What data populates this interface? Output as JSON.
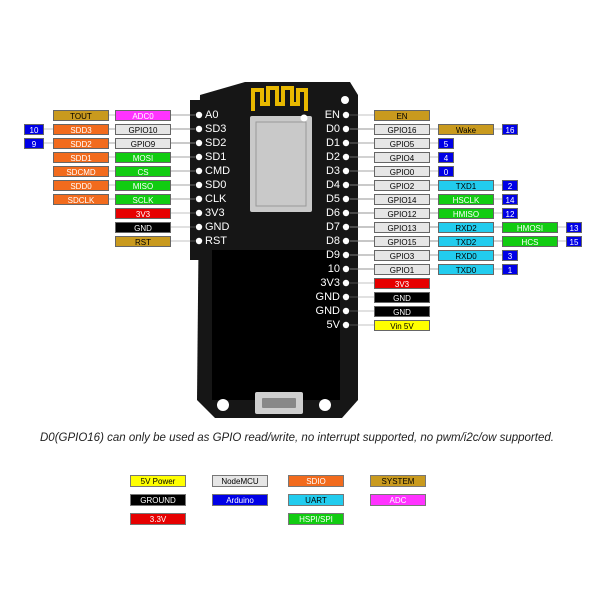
{
  "colors": {
    "board": "#161616",
    "screen": "#000000",
    "antenna": "#e8b800",
    "shield": "#c9c9c9",
    "hole": "#ffffff",
    "5v_power": "#ffff00",
    "nodemcu": "#e6e6e6",
    "sdio": "#f26b1d",
    "system": "#c99a1e",
    "ground": "#000000",
    "arduino": "#0000e6",
    "uart": "#22ccee",
    "adc": "#ff33ff",
    "3v3": "#e60000",
    "hspi_spi": "#11cc11",
    "gpio_number": "#1037cc"
  },
  "legend": [
    {
      "label": "5V Power",
      "category": "5v_power"
    },
    {
      "label": "NodeMCU",
      "category": "nodemcu"
    },
    {
      "label": "SDIO",
      "category": "sdio"
    },
    {
      "label": "SYSTEM",
      "category": "system"
    },
    {
      "label": "GROUND",
      "category": "ground"
    },
    {
      "label": "Arduino",
      "category": "arduino"
    },
    {
      "label": "UART",
      "category": "uart"
    },
    {
      "label": "ADC",
      "category": "adc"
    },
    {
      "label": "3.3V",
      "category": "3v3"
    },
    {
      "label": "HSPI/SPI",
      "category": "hspi_spi"
    }
  ],
  "note": "D0(GPIO16) can only be used as GPIO read/write, no interrupt supported, no pwm/i2c/ow supported.",
  "left_pins": [
    {
      "name": "A0",
      "labels": [
        {
          "text": "TOUT",
          "category": "system"
        },
        {
          "text": "ADC0",
          "category": "adc"
        }
      ]
    },
    {
      "name": "SD3",
      "labels": [
        {
          "text": "10",
          "category": "arduino"
        },
        {
          "text": "SDD3",
          "category": "sdio"
        },
        {
          "text": "GPIO10",
          "category": "nodemcu"
        }
      ]
    },
    {
      "name": "SD2",
      "labels": [
        {
          "text": "9",
          "category": "arduino"
        },
        {
          "text": "SDD2",
          "category": "sdio"
        },
        {
          "text": "GPIO9",
          "category": "nodemcu"
        }
      ]
    },
    {
      "name": "SD1",
      "labels": [
        {
          "text": "SDD1",
          "category": "sdio"
        },
        {
          "text": "MOSI",
          "category": "hspi_spi"
        }
      ]
    },
    {
      "name": "CMD",
      "labels": [
        {
          "text": "SDCMD",
          "category": "sdio"
        },
        {
          "text": "CS",
          "category": "hspi_spi"
        }
      ]
    },
    {
      "name": "SD0",
      "labels": [
        {
          "text": "SDD0",
          "category": "sdio"
        },
        {
          "text": "MISO",
          "category": "hspi_spi"
        }
      ]
    },
    {
      "name": "CLK",
      "labels": [
        {
          "text": "SDCLK",
          "category": "sdio"
        },
        {
          "text": "SCLK",
          "category": "hspi_spi"
        }
      ]
    },
    {
      "name": "3V3",
      "labels": [
        {
          "text": "3V3",
          "category": "3v3"
        }
      ]
    },
    {
      "name": "GND",
      "labels": [
        {
          "text": "GND",
          "category": "ground"
        }
      ]
    },
    {
      "name": "RST",
      "labels": [
        {
          "text": "RST",
          "category": "system"
        }
      ]
    }
  ],
  "right_pins": [
    {
      "name": "EN",
      "labels": [
        {
          "text": "EN",
          "category": "system"
        }
      ]
    },
    {
      "name": "D0",
      "labels": [
        {
          "text": "GPIO16",
          "category": "nodemcu"
        },
        {
          "text": "Wake",
          "category": "system"
        },
        {
          "text": "16",
          "category": "arduino"
        }
      ]
    },
    {
      "name": "D1",
      "labels": [
        {
          "text": "GPIO5",
          "category": "nodemcu"
        },
        {
          "text": "5",
          "category": "arduino"
        }
      ]
    },
    {
      "name": "D2",
      "labels": [
        {
          "text": "GPIO4",
          "category": "nodemcu"
        },
        {
          "text": "4",
          "category": "arduino"
        }
      ]
    },
    {
      "name": "D3",
      "labels": [
        {
          "text": "GPIO0",
          "category": "nodemcu"
        },
        {
          "text": "0",
          "category": "arduino"
        }
      ]
    },
    {
      "name": "D4",
      "labels": [
        {
          "text": "GPIO2",
          "category": "nodemcu"
        },
        {
          "text": "TXD1",
          "category": "uart"
        },
        {
          "text": "2",
          "category": "arduino"
        }
      ]
    },
    {
      "name": "D5",
      "labels": [
        {
          "text": "GPIO14",
          "category": "nodemcu"
        },
        {
          "text": "HSCLK",
          "category": "hspi_spi"
        },
        {
          "text": "14",
          "category": "arduino"
        }
      ]
    },
    {
      "name": "D6",
      "labels": [
        {
          "text": "GPIO12",
          "category": "nodemcu"
        },
        {
          "text": "HMISO",
          "category": "hspi_spi"
        },
        {
          "text": "12",
          "category": "arduino"
        }
      ]
    },
    {
      "name": "D7",
      "labels": [
        {
          "text": "GPIO13",
          "category": "nodemcu"
        },
        {
          "text": "RXD2",
          "category": "uart"
        },
        {
          "text": "HMOSI",
          "category": "hspi_spi"
        },
        {
          "text": "13",
          "category": "arduino"
        }
      ]
    },
    {
      "name": "D8",
      "labels": [
        {
          "text": "GPIO15",
          "category": "nodemcu"
        },
        {
          "text": "TXD2",
          "category": "uart"
        },
        {
          "text": "HCS",
          "category": "hspi_spi"
        },
        {
          "text": "15",
          "category": "arduino"
        }
      ]
    },
    {
      "name": "D9",
      "labels": [
        {
          "text": "GPIO3",
          "category": "nodemcu"
        },
        {
          "text": "RXD0",
          "category": "uart"
        },
        {
          "text": "3",
          "category": "arduino"
        }
      ]
    },
    {
      "name": "10",
      "labels": [
        {
          "text": "GPIO1",
          "category": "nodemcu"
        },
        {
          "text": "TXD0",
          "category": "uart"
        },
        {
          "text": "1",
          "category": "arduino"
        }
      ]
    },
    {
      "name": "3V3",
      "labels": [
        {
          "text": "3V3",
          "category": "3v3"
        }
      ]
    },
    {
      "name": "GND",
      "labels": [
        {
          "text": "GND",
          "category": "ground"
        }
      ]
    },
    {
      "name": "GND",
      "labels": [
        {
          "text": "GND",
          "category": "ground"
        }
      ]
    },
    {
      "name": "5V",
      "labels": [
        {
          "text": "Vin 5V",
          "category": "5v_power"
        }
      ]
    }
  ]
}
